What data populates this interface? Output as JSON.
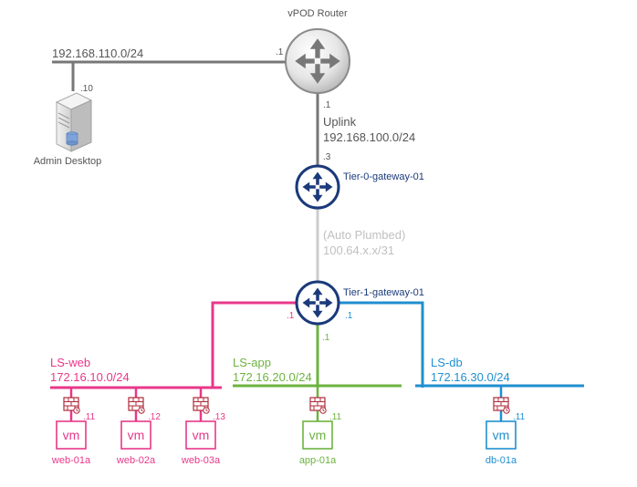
{
  "router": {
    "title": "vPOD Router"
  },
  "mgmt": {
    "network": "192.168.110.0/24",
    "router_if": ".1",
    "desktop_if": ".10",
    "desktop_label": "Admin Desktop"
  },
  "uplink": {
    "router_if": ".1",
    "label": "Uplink",
    "network": "192.168.100.0/24",
    "t0_if": ".3"
  },
  "tier0": {
    "name": "Tier-0-gateway-01"
  },
  "transit": {
    "label": "(Auto Plumbed)",
    "network": "100.64.x.x/31"
  },
  "tier1": {
    "name": "Tier-1-gateway-01",
    "web_if": ".1",
    "db_if": ".1",
    "app_if": ".1"
  },
  "segments": {
    "web": {
      "name": "LS-web",
      "network": "172.16.10.0/24"
    },
    "app": {
      "name": "LS-app",
      "network": "172.16.20.0/24"
    },
    "db": {
      "name": "LS-db",
      "network": "172.16.30.0/24"
    }
  },
  "vm_glyph": "vm",
  "vms": [
    {
      "name": "web-01a",
      "ip": ".11",
      "segment": "web"
    },
    {
      "name": "web-02a",
      "ip": ".12",
      "segment": "web"
    },
    {
      "name": "web-03a",
      "ip": ".13",
      "segment": "web"
    },
    {
      "name": "app-01a",
      "ip": ".11",
      "segment": "app"
    },
    {
      "name": "db-01a",
      "ip": ".11",
      "segment": "db"
    }
  ],
  "colors": {
    "web": "#e8388a",
    "app": "#6db33f",
    "db": "#1f8fd0",
    "router": "#777777",
    "gateway": "#1b3a7a",
    "transit_line": "#cccccc",
    "transit_text": "#c0c0c0",
    "text": "#555555",
    "firewall": "#b02a3a"
  }
}
